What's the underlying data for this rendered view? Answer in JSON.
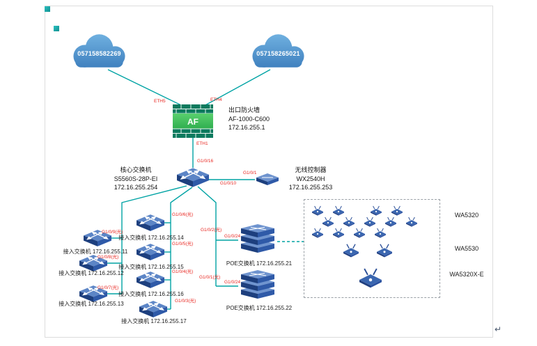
{
  "clouds": [
    {
      "label": "057158582269"
    },
    {
      "label": "057158265021"
    }
  ],
  "firewall": {
    "af": "AF",
    "title": "出口防火墙",
    "model": "AF-1000-C600",
    "ip": "172.16.255.1",
    "eth5": "ETH5",
    "eth4": "ETH4",
    "eth1": "ETH1"
  },
  "core": {
    "title": "核心交换机",
    "model": "S5560S-28P-EI",
    "ip": "172.16.255.254",
    "port_uplink": "G1/0/16",
    "port_to_wlc": "G1/0/1",
    "port_down": "G1/0/10"
  },
  "wlc": {
    "title": "无线控制器",
    "model": "WX2540H",
    "ip": "172.16.255.253"
  },
  "access_left": [
    {
      "label": "接入交换机 172.16.255.11",
      "port": "G1/0/9(光)"
    },
    {
      "label": "接入交换机 172.16.255.12",
      "port": "G1/0/8(光)"
    },
    {
      "label": "接入交换机 172.16.255.13",
      "port": "G1/0/7(光)"
    }
  ],
  "access_mid": [
    {
      "label": "接入交换机 172.16.255.14",
      "port": "G1/0/6(光)"
    },
    {
      "label": "接入交换机 172.16.255.15",
      "port": "G1/0/5(光)"
    },
    {
      "label": "接入交换机 172.16.255.16",
      "port": "G1/0/4(光)"
    },
    {
      "label": "接入交换机 172.16.255.17",
      "port": "G1/0/3(光)"
    }
  ],
  "poe": [
    {
      "label": "POE交换机 172.16.255.21",
      "port_core": "G1/0/2(光)",
      "port_local": "G1/0/24"
    },
    {
      "label": "POE交换机 172.16.255.22",
      "port_core": "G1/0/1(光)",
      "port_local": "G1/0/24"
    }
  ],
  "ap_groups": [
    {
      "model": "WA5320"
    },
    {
      "model": "WA5530"
    },
    {
      "model": "WA5320X-E"
    }
  ],
  "misc": {
    "return_mark": "↵",
    "accent_teal": "#00a3a4",
    "port_red": "#e8251f",
    "device_blue": "#2f5aa8",
    "firewall_green": "#3fbc57"
  }
}
